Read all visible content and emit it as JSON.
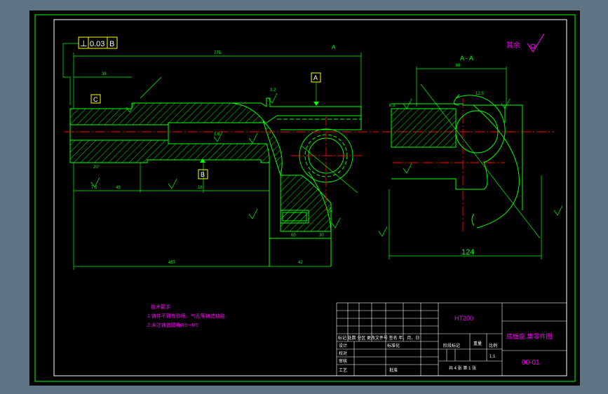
{
  "colors": {
    "background": "#000000",
    "frame": "#ffffff",
    "geometry": "#00ff00",
    "centerline": "#ff0000",
    "dimension": "#00ff00",
    "hatch": "#00ff00",
    "note_text": "#ff00ff",
    "title_text": "#ff00ff",
    "label_box": "#ffff00"
  },
  "tolerance_frame": {
    "symbol": "⊥",
    "value": "0.03",
    "datum": "B"
  },
  "datum_labels": {
    "c": "C",
    "a": "A",
    "b": "B"
  },
  "section": {
    "marker": "A",
    "title": "A - A"
  },
  "roughness_note": "其余",
  "notes": {
    "heading": "技术要求",
    "line1": "1.铸件不得有砂眼、气孔等铸造缺陷",
    "line2": "2.未注铸造圆角R3～R5"
  },
  "dimensions": {
    "overall": "775",
    "left_sub": "38",
    "bottom_a": "7.5",
    "bottom_b": "45",
    "bottom_c": "18",
    "bottom_total": "457",
    "bottom_right": "42",
    "small_a": "65",
    "small_b": "30",
    "section_width": "124",
    "section_top": "66",
    "rough_1": "3.2",
    "rough_2": "1.6",
    "rough_3": "12.5",
    "rough_4": "6.3",
    "angle": "20°"
  },
  "title_block": {
    "material": "HT200",
    "part_name": "底板座 集零件图",
    "drawing_no": "00-01",
    "scale": "1:1",
    "sheets": "共 4 张  第 1 张",
    "header_row": "标记  处数  分区  更改文件号  签名  年、月、日",
    "design": "设计",
    "check": "校对",
    "review": "审核",
    "process": "工艺",
    "standard": "标准化",
    "approve": "批准",
    "stage": "阶段标记",
    "weight": "重量",
    "ratio": "比例"
  }
}
